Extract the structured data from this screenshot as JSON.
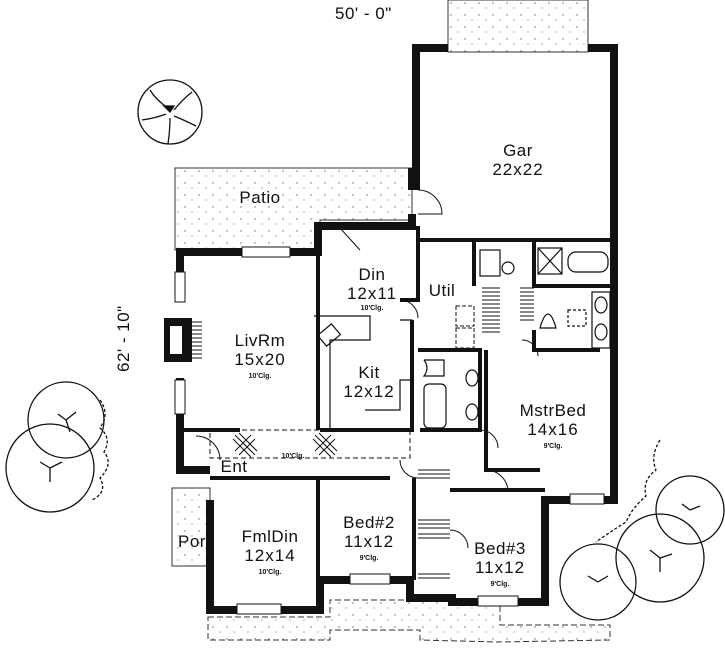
{
  "plan": {
    "overall_width": "50' - 0\"",
    "overall_depth": "62' - 10\"",
    "wall_color": "#111111",
    "paper_color": "#ffffff",
    "rooms": {
      "garage": {
        "name": "Gar",
        "size": "22x22"
      },
      "patio": {
        "name": "Patio"
      },
      "dining": {
        "name": "Din",
        "size": "12x11",
        "ceiling": "10'Clg."
      },
      "utility": {
        "name": "Util"
      },
      "living": {
        "name": "LivRm",
        "size": "15x20",
        "ceiling": "10'Clg."
      },
      "kitchen": {
        "name": "Kit",
        "size": "12x12"
      },
      "master": {
        "name": "MstrBed",
        "size": "14x16",
        "ceiling": "9'Clg."
      },
      "gallery": {
        "ceiling": "10'Clg."
      },
      "entry": {
        "name": "Ent"
      },
      "porch": {
        "name": "Por"
      },
      "family_dining": {
        "name": "FmlDin",
        "size": "12x14",
        "ceiling": "10'Clg."
      },
      "bed2": {
        "name": "Bed#2",
        "size": "11x12",
        "ceiling": "9'Clg."
      },
      "bed3": {
        "name": "Bed#3",
        "size": "11x12",
        "ceiling": "9'Clg."
      }
    }
  }
}
